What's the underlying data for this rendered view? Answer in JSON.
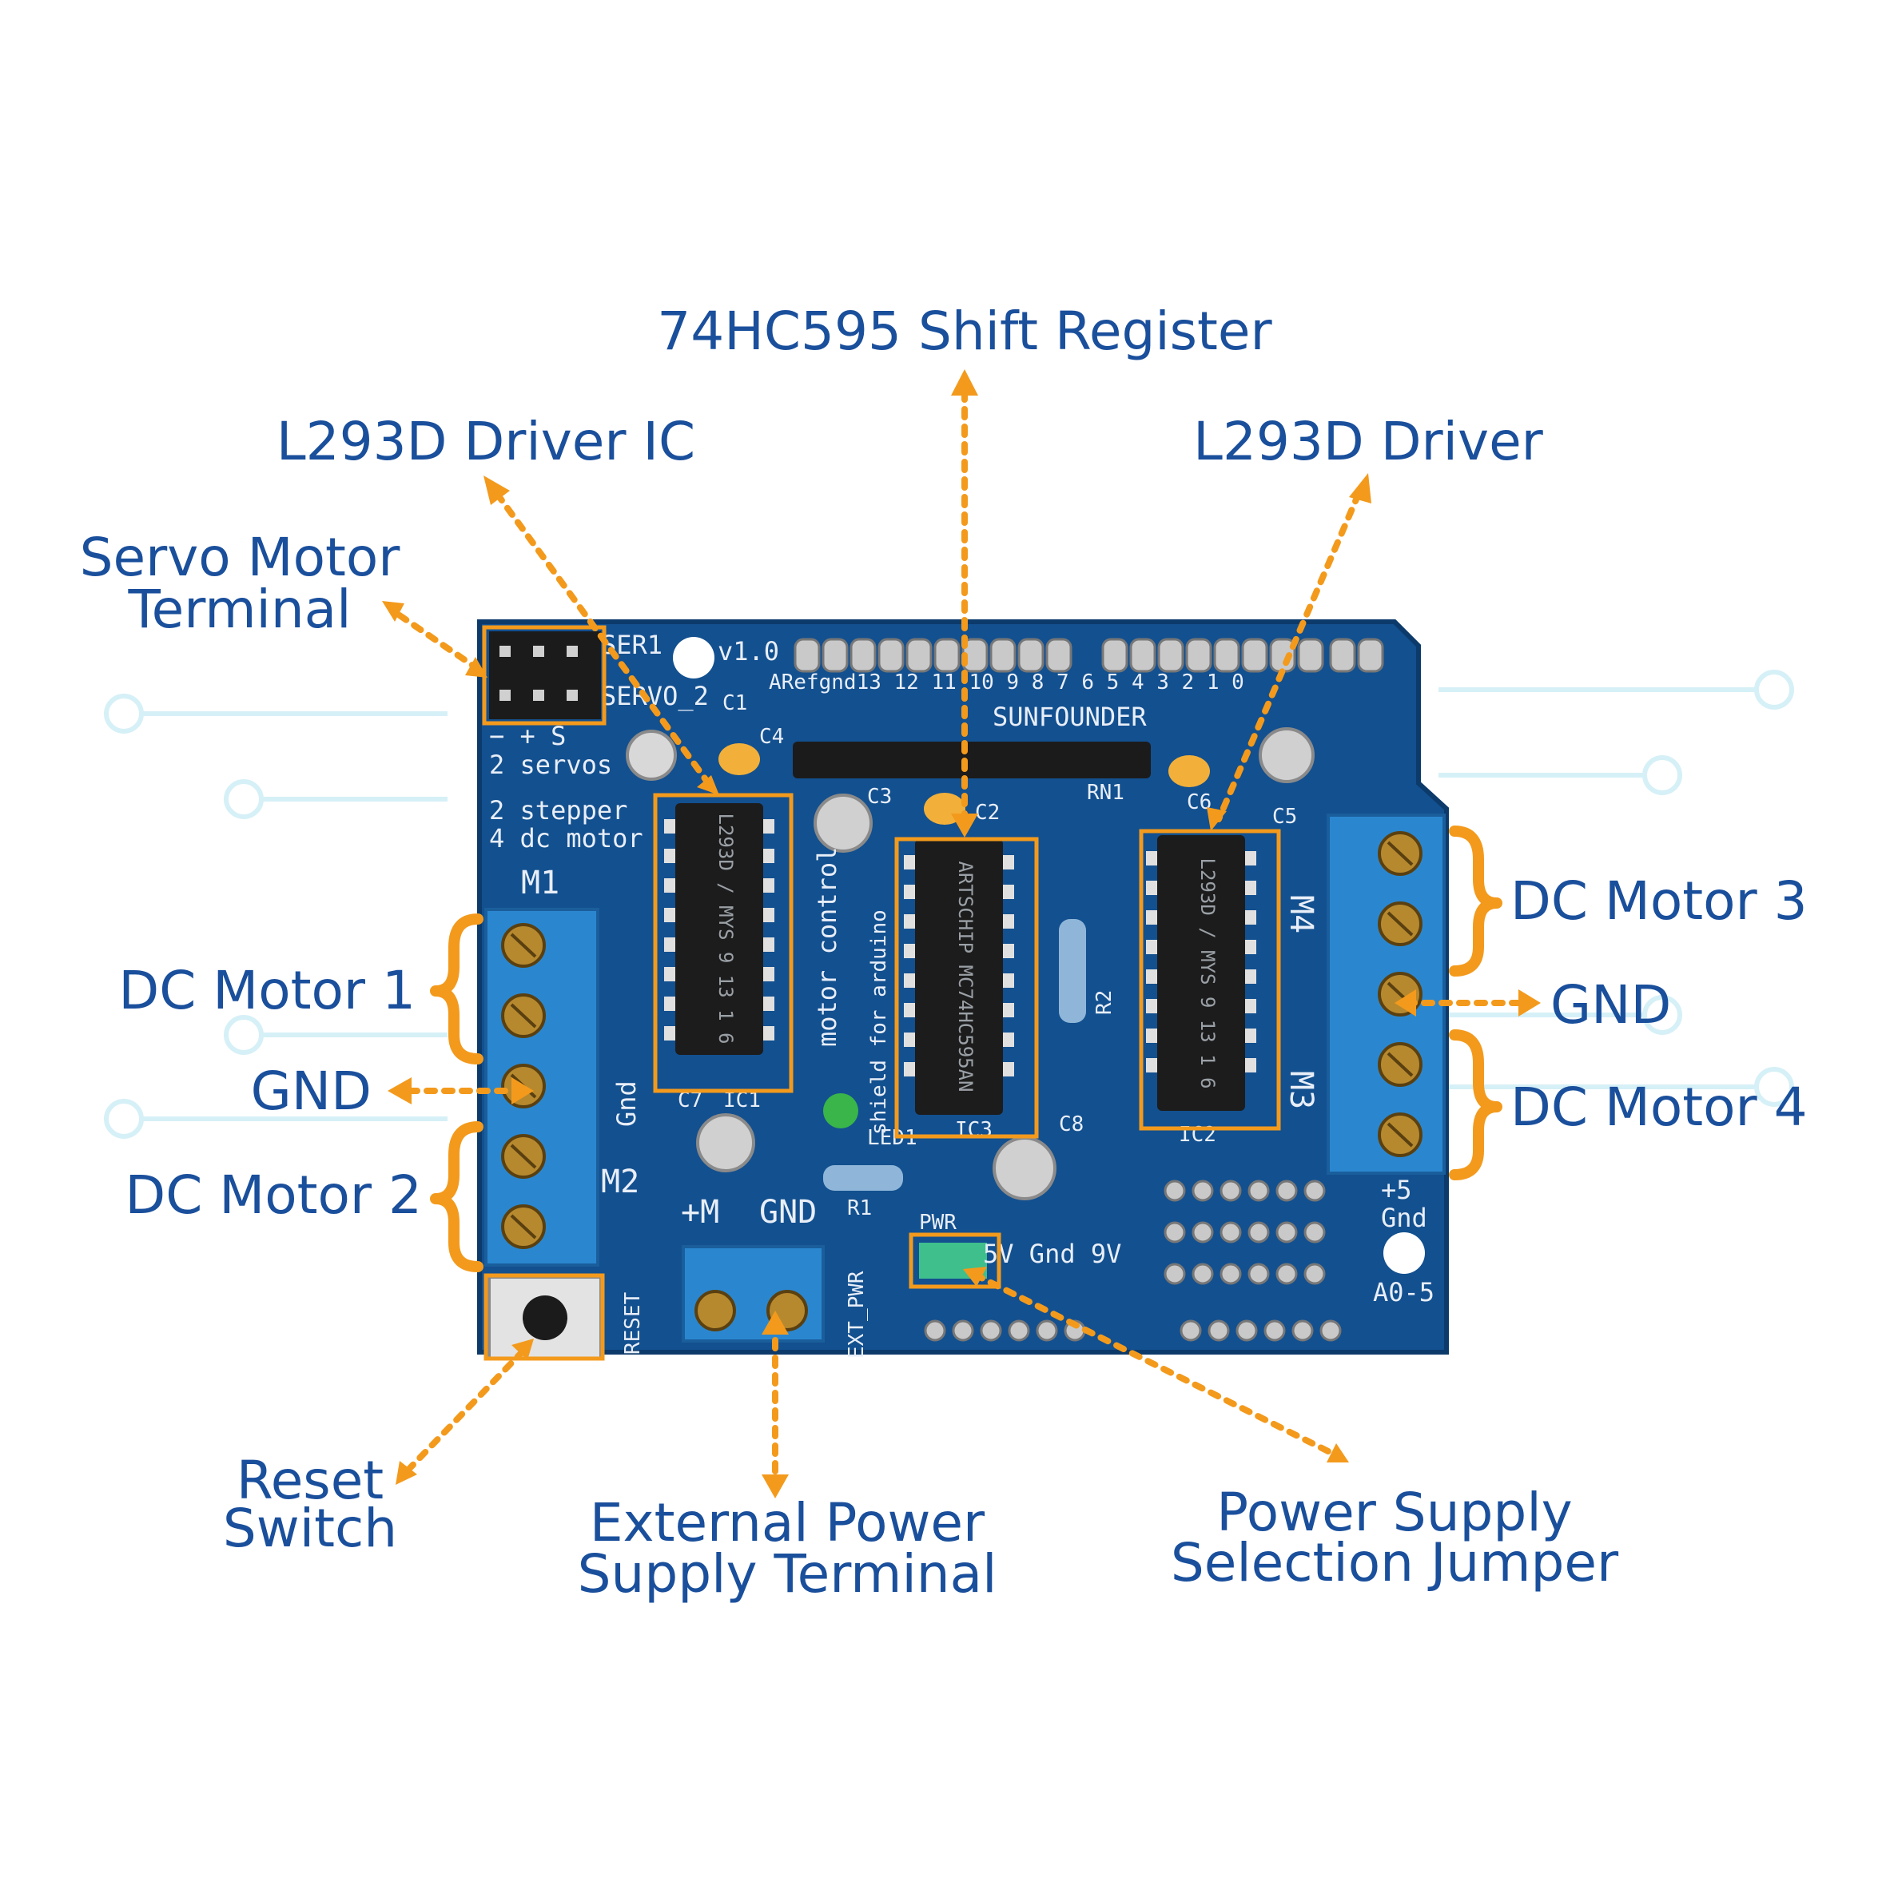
{
  "colors": {
    "label": "#1a4f9c",
    "accent": "#f39a1c",
    "pcb": "#13508f",
    "terminal": "#2a87cf",
    "circuit_bg": "#d6f0f7"
  },
  "labels": {
    "shift_register": "74HC595 Shift Register",
    "driver_ic_left": "L293D Driver IC",
    "driver_right": "L293D Driver",
    "servo_line1": "Servo Motor",
    "servo_line2": "Terminal",
    "dc_motor_1": "DC Motor 1",
    "gnd_left": "GND",
    "dc_motor_2": "DC Motor 2",
    "dc_motor_3": "DC Motor 3",
    "gnd_right": "GND",
    "dc_motor_4": "DC Motor 4",
    "reset_line1": "Reset",
    "reset_line2": "Switch",
    "ext_power_line1": "External Power",
    "ext_power_line2": "Supply Terminal",
    "jumper_line1": "Power Supply",
    "jumper_line2": "Selection Jumper"
  },
  "board": {
    "ser1": "SER1",
    "servo2": "SERVO_2",
    "version": "v1.0",
    "pin_header": "ARefgnd13 12 11 10  9  8   7  6  5  4  3  2  1  0",
    "brand": "SUNFOUNDER",
    "servo_polarity": "−  +  S",
    "servos": "2 servos",
    "stepper": "2 stepper",
    "dc_motor": "4 dc motor",
    "m1": "M1",
    "m2": "M2",
    "m3": "M3",
    "m4": "M4",
    "c1": "C1",
    "c2": "C2",
    "c3": "C3",
    "c4": "C4",
    "c5": "C5",
    "c6": "C6",
    "c7": "C7",
    "c8": "C8",
    "rn1": "RN1",
    "r1": "R1",
    "r2": "R2",
    "ic1": "IC1",
    "ic2": "IC2",
    "ic3": "IC3",
    "led1": "LED1",
    "motor_control": "motor control",
    "shield_for": "shield for arduino",
    "gnd_vertical": "Gnd",
    "plus_m": "+M",
    "gnd_power": "GND",
    "pwr": "PWR",
    "jumper_opts": "5V Gnd 9V",
    "reset": "RESET",
    "ext_pwr": "EXT_PWR",
    "plus5": "+5",
    "gnd_small": "Gnd",
    "a0_5": "A0-5",
    "chip_left": "L293D / MYS 9 13 1 6",
    "chip_mid": "ARTSCHIP MC74HC595AN",
    "chip_right": "L293D / MYS 9 13 1 6"
  }
}
